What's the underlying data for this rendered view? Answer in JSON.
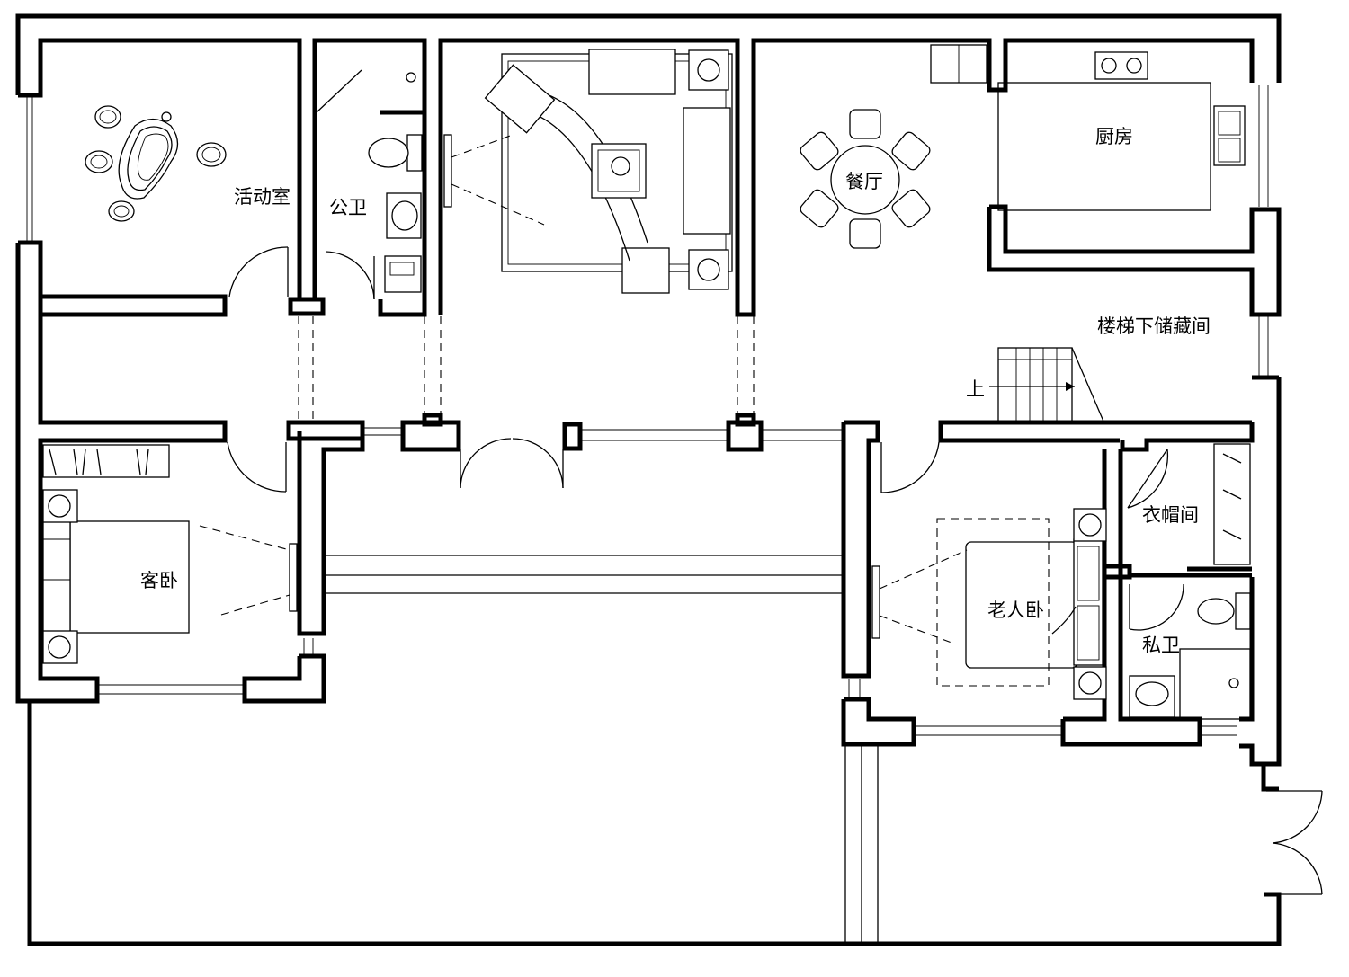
{
  "rooms": {
    "activity": "活动室",
    "public_wc": "公卫",
    "dining": "餐厅",
    "kitchen": "厨房",
    "storage": "楼梯下储藏间",
    "stair_up": "上",
    "guest_bed": "客卧",
    "elder_bed": "老人卧",
    "closet": "衣帽间",
    "private_wc": "私卫"
  }
}
